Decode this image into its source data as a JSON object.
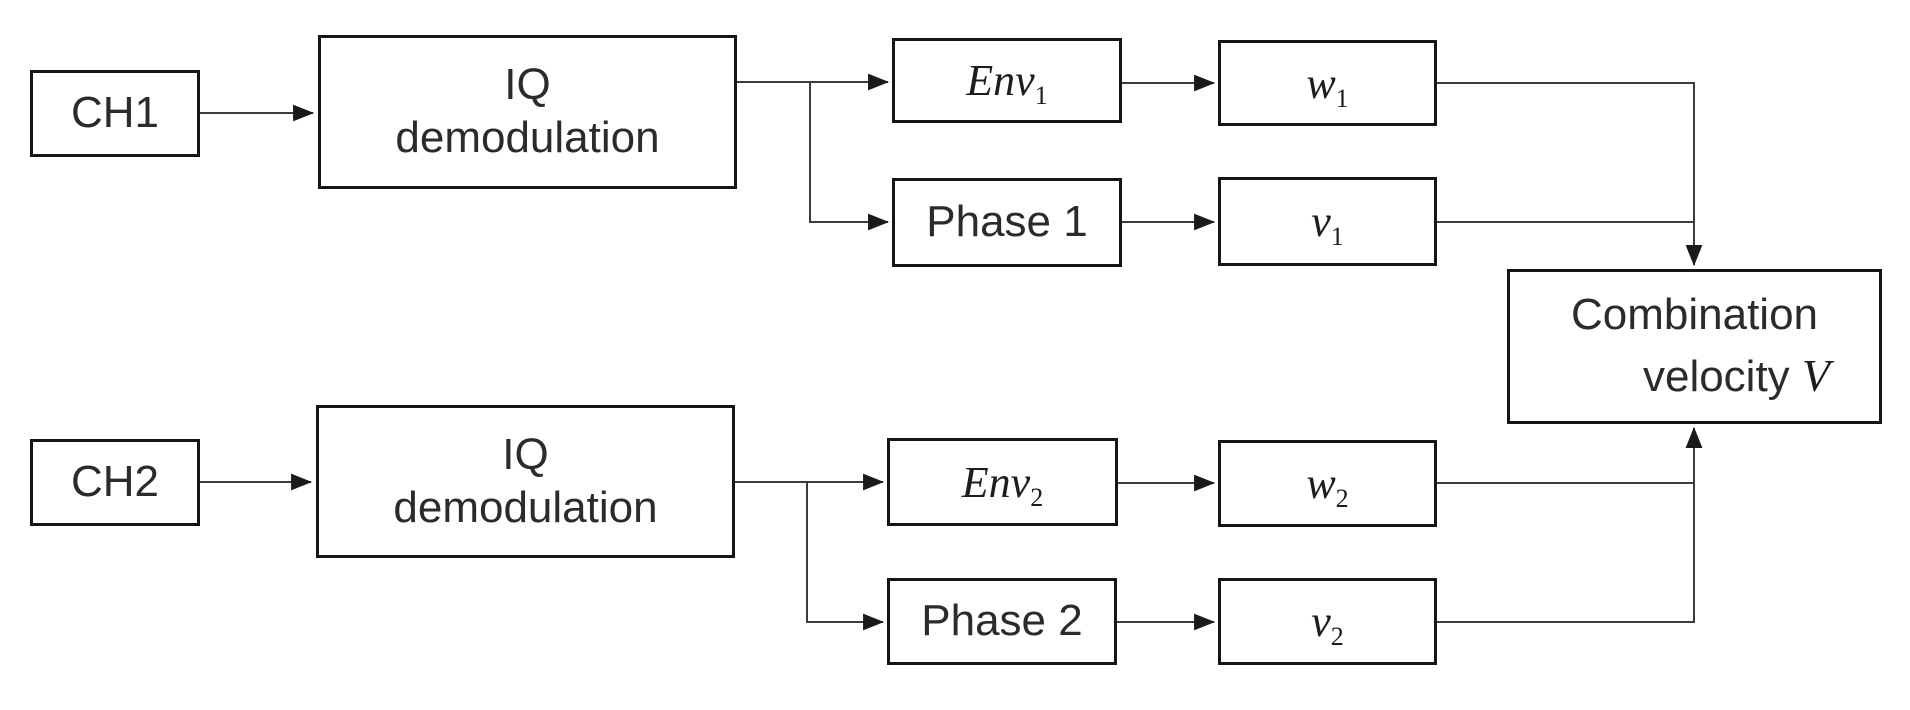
{
  "diagram": {
    "title": "Dual-channel IQ demodulation combination velocity block diagram",
    "colors": {
      "background": "#ffffff",
      "box_border": "#151515",
      "wire": "#3c3c3c",
      "text": "#2b2b2b"
    },
    "nodes": {
      "ch1": {
        "label": "CH1"
      },
      "ch2": {
        "label": "CH2"
      },
      "iq1": {
        "line1": "IQ",
        "line2": "demodulation"
      },
      "iq2": {
        "line1": "IQ",
        "line2": "demodulation"
      },
      "env1": {
        "base": "Env",
        "sub": "1"
      },
      "env2": {
        "base": "Env",
        "sub": "2"
      },
      "phase1": {
        "label": "Phase 1"
      },
      "phase2": {
        "label": "Phase 2"
      },
      "w1": {
        "base": "w",
        "sub": "1"
      },
      "w2": {
        "base": "w",
        "sub": "2"
      },
      "v1": {
        "base": "v",
        "sub": "1"
      },
      "v2": {
        "base": "v",
        "sub": "2"
      },
      "combination": {
        "line1": "Combination",
        "line2_text": "velocity",
        "variable": "V"
      }
    },
    "edges": [
      "CH1 -> IQ demodulation (1)",
      "IQ demodulation (1) -> Env1",
      "IQ demodulation (1) -> Phase 1",
      "Env1 -> w1",
      "Phase 1 -> v1",
      "w1 -> Combination velocity V",
      "v1 -> Combination velocity V",
      "CH2 -> IQ demodulation (2)",
      "IQ demodulation (2) -> Env2",
      "IQ demodulation (2) -> Phase 2",
      "Env2 -> w2",
      "Phase 2 -> v2",
      "w2 -> Combination velocity V",
      "v2 -> Combination velocity V"
    ]
  }
}
